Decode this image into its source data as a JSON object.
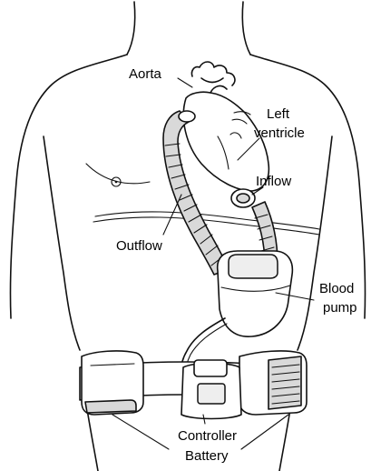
{
  "labels": {
    "aorta": "Aorta",
    "left_ventricle_line1": "Left",
    "left_ventricle_line2": "ventricle",
    "inflow": "Inflow",
    "outflow": "Outflow",
    "blood_pump_line1": "Blood",
    "blood_pump_line2": "pump",
    "controller": "Controller",
    "battery": "Battery"
  },
  "colors": {
    "ink": "#111111",
    "shade": "#d9d9d9",
    "background": "#ffffff"
  }
}
